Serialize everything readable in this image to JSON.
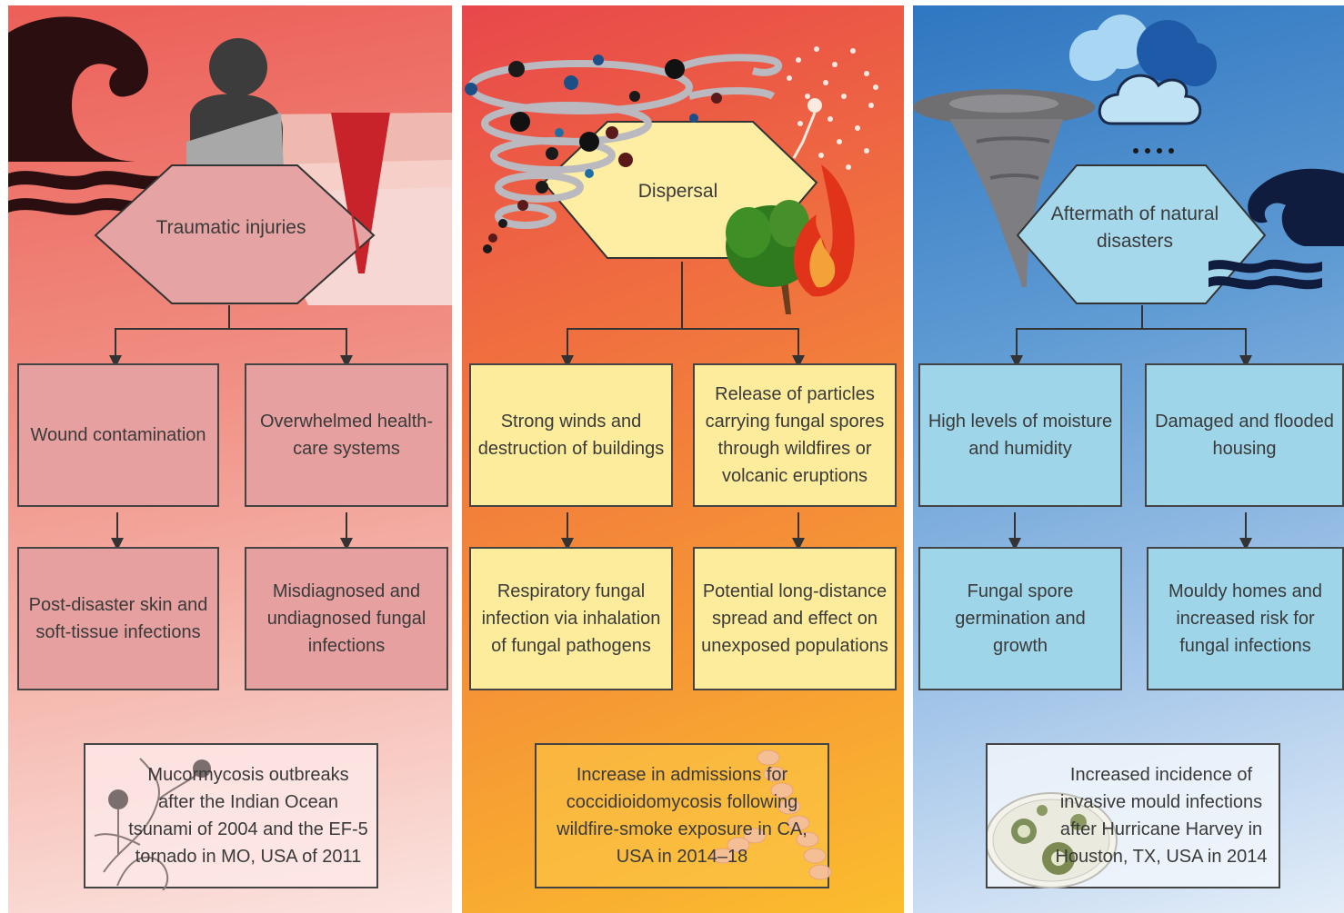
{
  "panels": [
    {
      "title": "Traumatic injuries",
      "row1": [
        "Wound contamination",
        "Overwhelmed health-care systems"
      ],
      "row2": [
        "Post-disaster skin and soft-tissue infections",
        "Misdiagnosed and undiagnosed fungal infections"
      ],
      "example": "Mucormycosis outbreaks after the Indian Ocean tsunami of 2004 and the EF-5 tornado in MO, USA of 2011"
    },
    {
      "title": "Dispersal",
      "row1": [
        "Strong winds and destruction of buildings",
        "Release of particles carrying fungal spores through wildfires or volcanic eruptions"
      ],
      "row2": [
        "Respiratory fungal infection via inhalation of fungal pathogens",
        "Potential long-distance spread and effect on unexposed populations"
      ],
      "example": "Increase in admissions for coccidioidomycosis following wildfire-smoke exposure in CA, USA in 2014–18"
    },
    {
      "title": "Aftermath of natural disasters",
      "row1": [
        "High levels of moisture and humidity",
        "Damaged and flooded housing"
      ],
      "row2": [
        "Fungal spore germination and growth",
        "Mouldy homes and increased risk for fungal infections"
      ],
      "example": "Increased incidence of invasive mould infections after Hurricane Harvey in Houston, TX, USA in 2014"
    }
  ],
  "icons": {
    "panel1": [
      "wave-icon",
      "injured-person-icon",
      "skin-wound-icon"
    ],
    "panel2": [
      "tornado-particles-icon",
      "spore-cluster-icon",
      "tree-fire-icon"
    ],
    "panel3": [
      "tornado-icon",
      "rain-cloud-icon",
      "wave-icon"
    ],
    "footers": [
      "fungal-hyphae-icon",
      "spore-chain-icon",
      "petri-dish-icon"
    ]
  },
  "colors": {
    "panel1": "#ec5f58",
    "panel2": "#f0703f",
    "panel3": "#2f77c1",
    "box1": "#e7a0a0",
    "box2": "#fdec9b",
    "box3": "#9fd5e9"
  }
}
